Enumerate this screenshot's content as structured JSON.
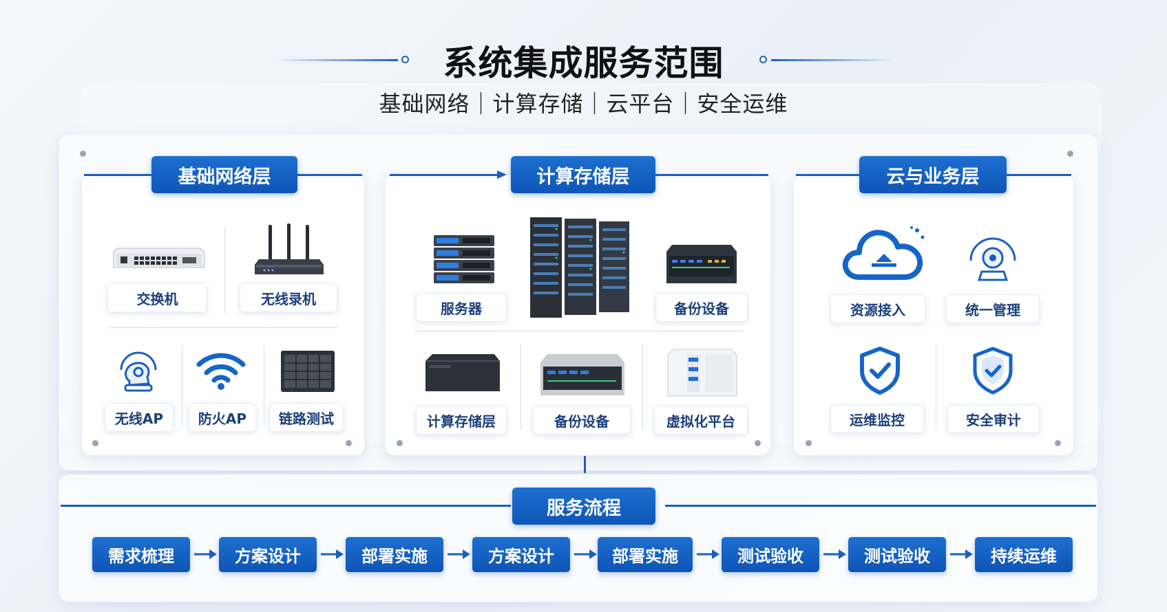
{
  "header": {
    "title": "系统集成服务范围",
    "subtitle": "基础网络｜计算存储｜云平台｜安全运维"
  },
  "sections": {
    "network": {
      "title": "基础网络层",
      "items": [
        "交换机",
        "无线录机",
        "无线AP",
        "防火AP",
        "链路测试"
      ]
    },
    "compute": {
      "title": "计算存储层",
      "items": [
        "服务器",
        "备份设备",
        "计算存储层",
        "备份设备",
        "虚拟化平台"
      ]
    },
    "cloud": {
      "title": "云与业务层",
      "items": [
        "资源接入",
        "统一管理",
        "运维监控",
        "安全审计"
      ]
    }
  },
  "flow": {
    "title": "服务流程",
    "steps": [
      "需求梳理",
      "方案设计",
      "部署实施",
      "方案设计",
      "部署实施",
      "测试验收",
      "测试验收",
      "持续运维"
    ]
  },
  "colors": {
    "accent": "#1565c8",
    "accent_dark": "#0d55b6",
    "label_text": "#1b3f7a"
  },
  "icons": [
    "switch-icon",
    "router-icon",
    "wireless-ap-icon",
    "wifi-icon",
    "patch-panel-icon",
    "server-stack-icon",
    "server-rack-icon",
    "backup-appliance-icon",
    "tower-server-icon",
    "storage-array-icon",
    "cloud-icon",
    "management-icon",
    "shield-check-icon",
    "shield-audit-icon"
  ]
}
